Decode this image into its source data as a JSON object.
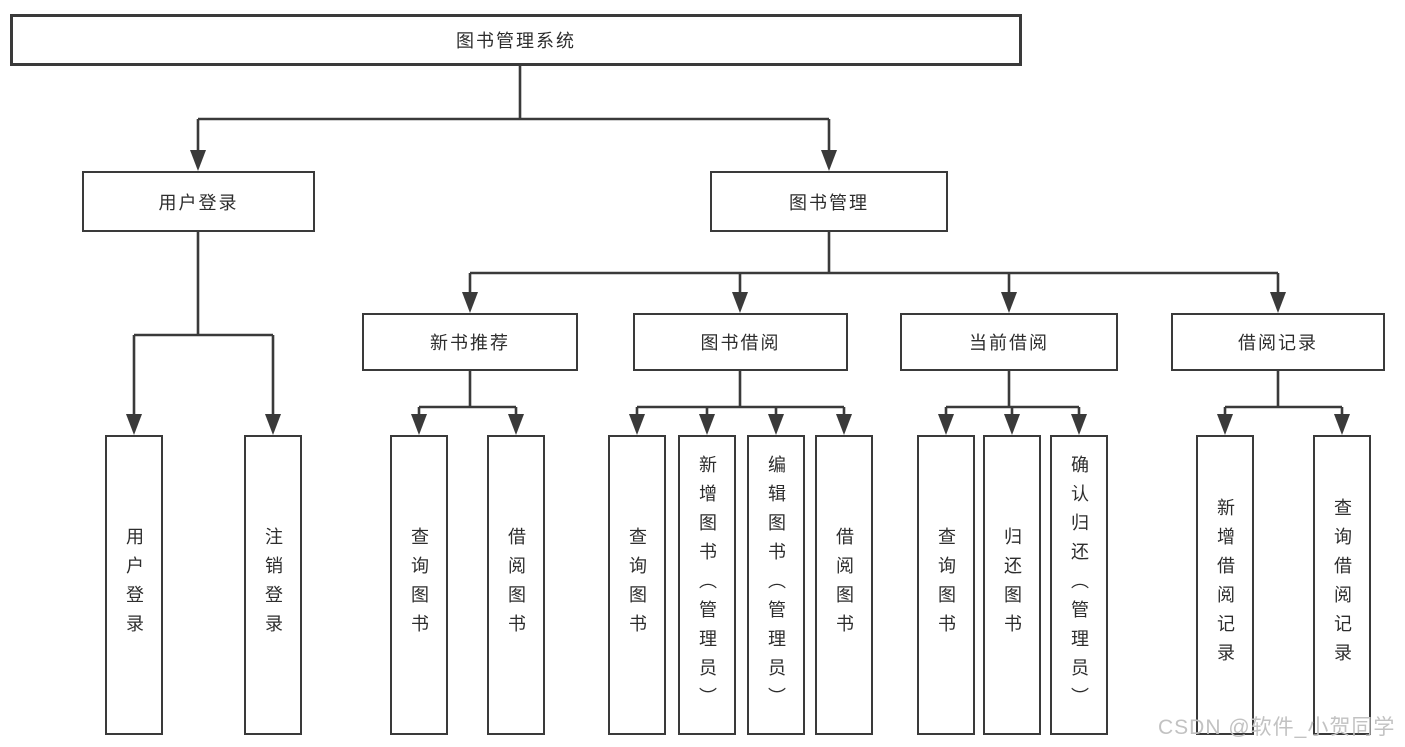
{
  "colors": {
    "line": "#3a3a3a",
    "text": "#2d2d2d",
    "watermark": "#c2c2c2",
    "box_bg": "#ffffff"
  },
  "nodes": {
    "root": "图书管理系统",
    "level2": [
      "用户登录",
      "图书管理"
    ],
    "level3": [
      "新书推荐",
      "图书借阅",
      "当前借阅",
      "借阅记录"
    ],
    "leaves_user_login": [
      "用户登录",
      "注销登录"
    ],
    "leaves_new_book": [
      "查询图书",
      "借阅图书"
    ],
    "leaves_book_borrow": [
      "查询图书",
      "新增图书（管理员）",
      "编辑图书（管理员）",
      "借阅图书"
    ],
    "leaves_current_borrow": [
      "查询图书",
      "归还图书",
      "确认归还（管理员）"
    ],
    "leaves_borrow_records": [
      "新增借阅记录",
      "查询借阅记录"
    ]
  },
  "watermark": "CSDN @软件_小贺同学"
}
